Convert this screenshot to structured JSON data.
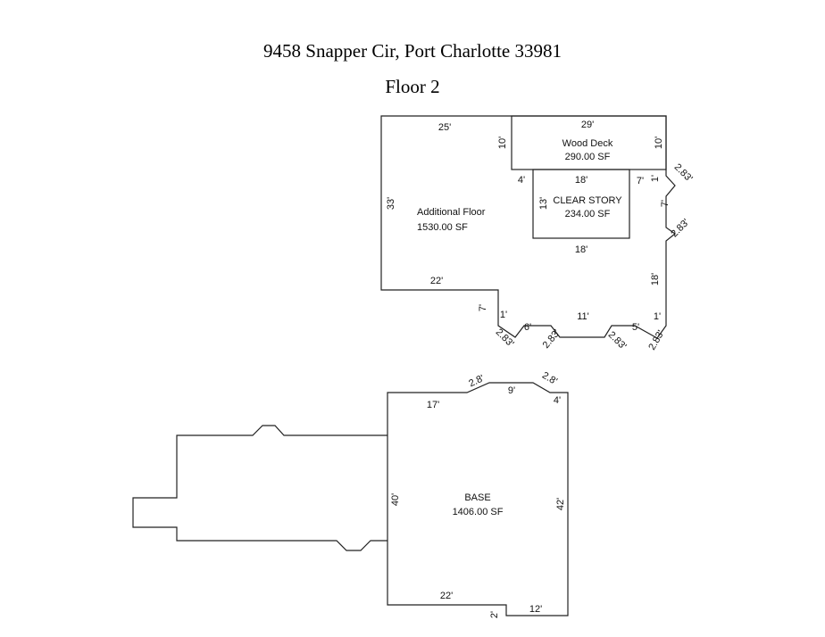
{
  "header": {
    "address": "9458 Snapper Cir, Port Charlotte 33981",
    "floor": "Floor 2"
  },
  "areas": {
    "wood_deck": {
      "name": "Wood Deck",
      "size": "290.00 SF"
    },
    "clear_story": {
      "name": "CLEAR STORY",
      "size": "234.00 SF"
    },
    "additional_floor": {
      "name": "Additional Floor",
      "size": "1530.00 SF"
    },
    "base": {
      "name": "BASE",
      "size": "1406.00 SF"
    }
  },
  "dimensions": {
    "upper": {
      "top_left": "25'",
      "deck_top": "29'",
      "deck_left": "10'",
      "deck_right": "10'",
      "left_side": "33'",
      "notch_4": "4'",
      "clear_top": "18'",
      "clear_left": "13'",
      "clear_bottom": "18'",
      "right_7a": "7'",
      "right_1a": "1'",
      "diag_top_right": "2.83'",
      "right_7b": "7'",
      "diag_right": "2.83'",
      "right_18": "18'",
      "bottom_22": "22'",
      "step_7": "7'",
      "step_1": "1'",
      "diag_bl": "2.83'",
      "bottom_6": "6'",
      "diag_b2": "2.83'",
      "bottom_11": "11'",
      "diag_b3": "2.83'",
      "bottom_5": "5'",
      "right_1b": "1'",
      "diag_br": "2.83'"
    },
    "lower": {
      "diag_left": "2.8'",
      "top_9": "9'",
      "diag_right": "2.8'",
      "top_17": "17'",
      "right_4": "4'",
      "left_40": "40'",
      "right_42": "42'",
      "bottom_22": "22'",
      "step_2": "2'",
      "bottom_12": "12'"
    }
  }
}
